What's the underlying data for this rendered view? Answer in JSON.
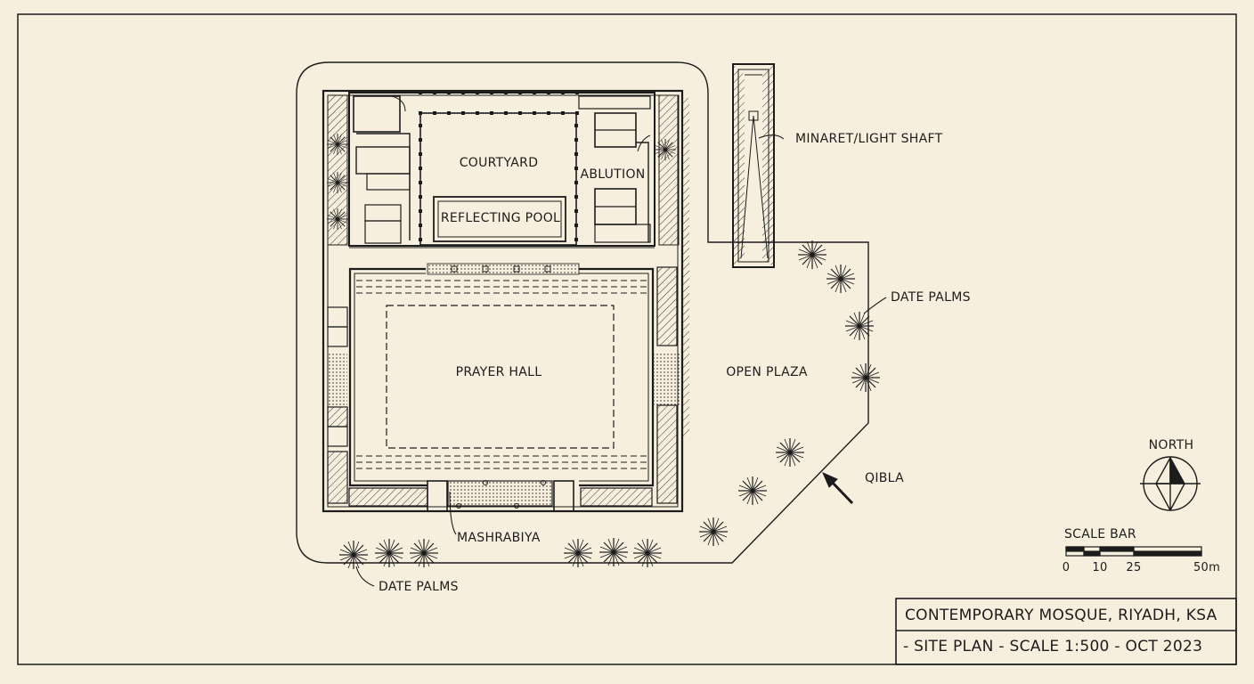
{
  "plan": {
    "rooms": {
      "courtyard": "COURTYARD",
      "ablution": "ABLUTION",
      "reflecting_pool": "REFLECTING POOL",
      "prayer_hall": "PRAYER HALL",
      "open_plaza": "OPEN PLAZA"
    },
    "callouts": {
      "minaret": "MINARET/LIGHT SHAFT",
      "date_palms_right": "DATE PALMS",
      "date_palms_bottom": "DATE PALMS",
      "mashrabiya": "MASHRABIYA",
      "qibla": "QIBLA"
    }
  },
  "north_arrow": {
    "label": "NORTH"
  },
  "scale_bar": {
    "title": "SCALE BAR",
    "ticks": [
      "0",
      "10",
      "25",
      "50m"
    ]
  },
  "title_block": {
    "title": "CONTEMPORARY MOSQUE, RIYADH, KSA",
    "subtitle": "- SITE PLAN - SCALE 1:500 - OCT 2023"
  },
  "colors": {
    "paper": "#f6efdd",
    "ink": "#1c1c1c"
  }
}
